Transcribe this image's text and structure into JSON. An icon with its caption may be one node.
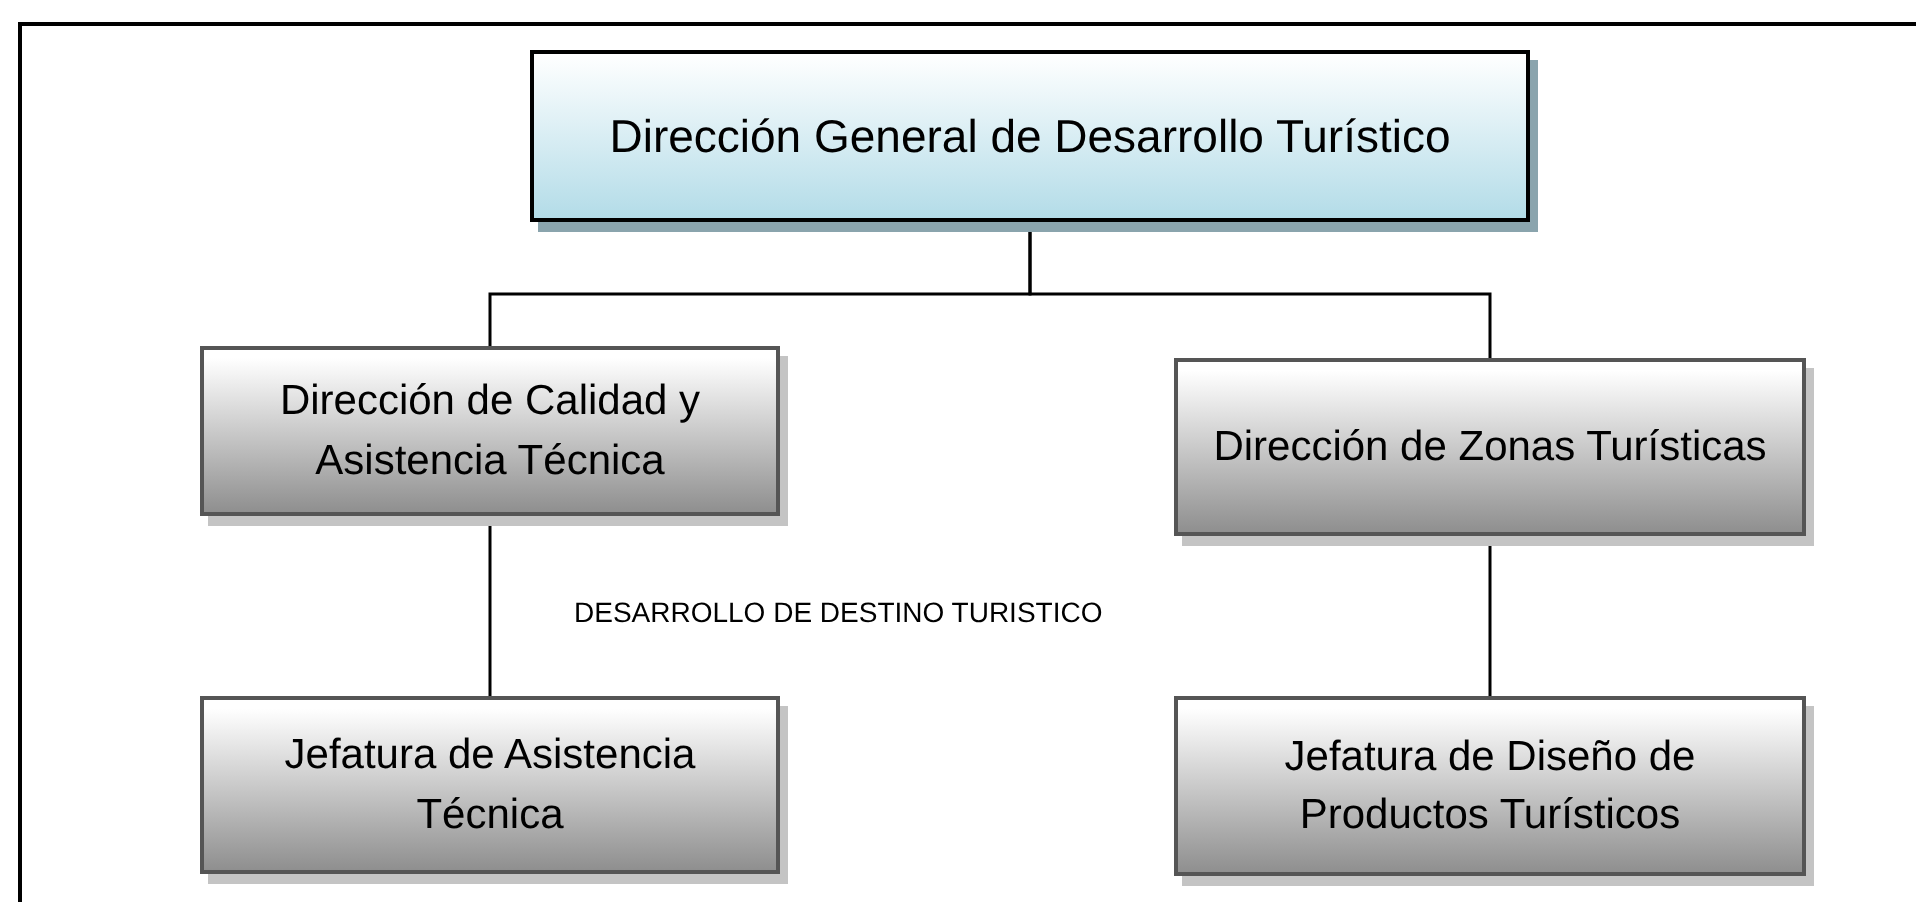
{
  "diagram": {
    "nodes": [
      {
        "text": [
          "Dirección General de Desarrollo Turístico"
        ]
      },
      {
        "text": [
          "Dirección de Calidad y Asistencia Técnica"
        ]
      },
      {
        "text": [
          "Dirección de Zonas Turísticas"
        ]
      },
      {
        "text": [
          "Jefatura de Asistencia Técnica"
        ]
      },
      {
        "text": [
          "Jefatura de Diseño de Productos Turísticos"
        ]
      }
    ],
    "edges": [
      {
        "from": 0,
        "to": 1,
        "arrow": "none"
      },
      {
        "from": 0,
        "to": 2,
        "arrow": "none"
      },
      {
        "from": 1,
        "to": 3,
        "arrow": "none"
      },
      {
        "from": 2,
        "to": 4,
        "arrow": "none"
      }
    ],
    "labels": [
      "DESARROLLO DE DESTINO TURISTICO"
    ]
  }
}
